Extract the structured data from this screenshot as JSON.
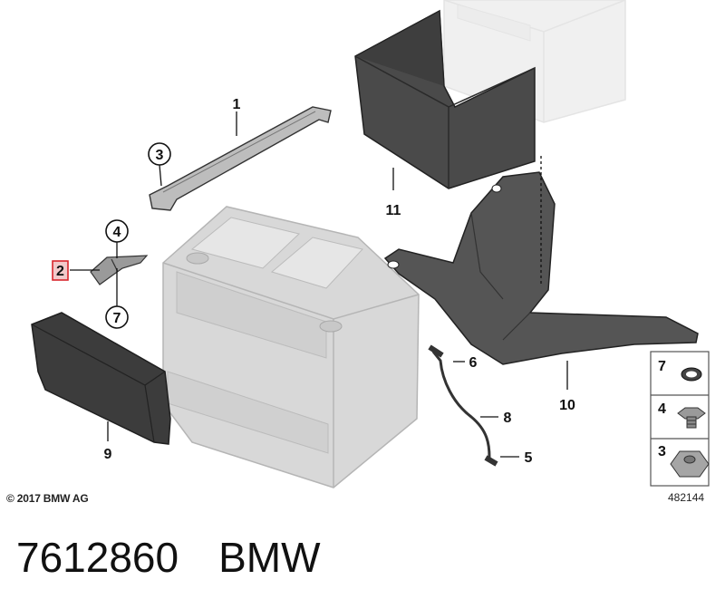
{
  "callouts": {
    "c1": "1",
    "c2": "2",
    "c3": "3",
    "c4": "4",
    "c5": "5",
    "c6": "6",
    "c7": "7",
    "c8": "8",
    "c9": "9",
    "c10": "10",
    "c11": "11"
  },
  "legend": {
    "items": [
      "7",
      "4",
      "3"
    ]
  },
  "footer": {
    "copyright": "© 2017 BMW AG",
    "drawing_number": "482144"
  },
  "caption": {
    "part_number": "7612860",
    "brand": "BMW"
  },
  "highlight_color": "#d9262c",
  "part_colors": {
    "battery": "#d8d8d8",
    "dark_part": "#4a4a4a"
  }
}
